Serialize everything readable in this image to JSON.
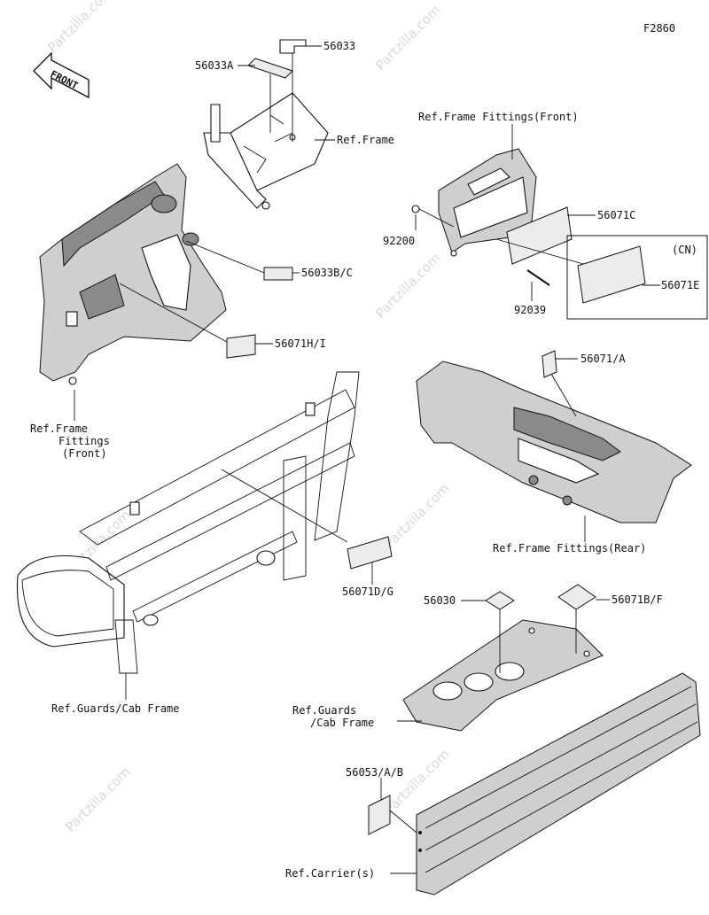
{
  "figure_code": "F2860",
  "front_arrow_text": "FRONT",
  "watermark": "Partzilla.com",
  "labels": {
    "p56033": "56033",
    "p56033A": "56033A",
    "ref_frame": "Ref.Frame",
    "ref_frame_fittings_front_top": "Ref.Frame Fittings(Front)",
    "p56071C": "56071C",
    "p92200": "92200",
    "cn": "(CN)",
    "p56071E": "56071E",
    "p92039": "92039",
    "p56033BC": "56033B/C",
    "p56071HI": "56071H/I",
    "p56071A": "56071/A",
    "ref_fittings_front_l1": "Ref.Frame",
    "ref_fittings_front_l2": "Fittings",
    "ref_fittings_front_l3": "(Front)",
    "ref_fittings_rear": "Ref.Frame Fittings(Rear)",
    "p56071DG": "56071D/G",
    "p56030": "56030",
    "p56071BF": "56071B/F",
    "ref_guards_cab_frame": "Ref.Guards/Cab Frame",
    "ref_guards_l1": "Ref.Guards",
    "ref_guards_l2": "/Cab Frame",
    "p56053AB": "56053/A/B",
    "ref_carriers": "Ref.Carrier(s)"
  }
}
